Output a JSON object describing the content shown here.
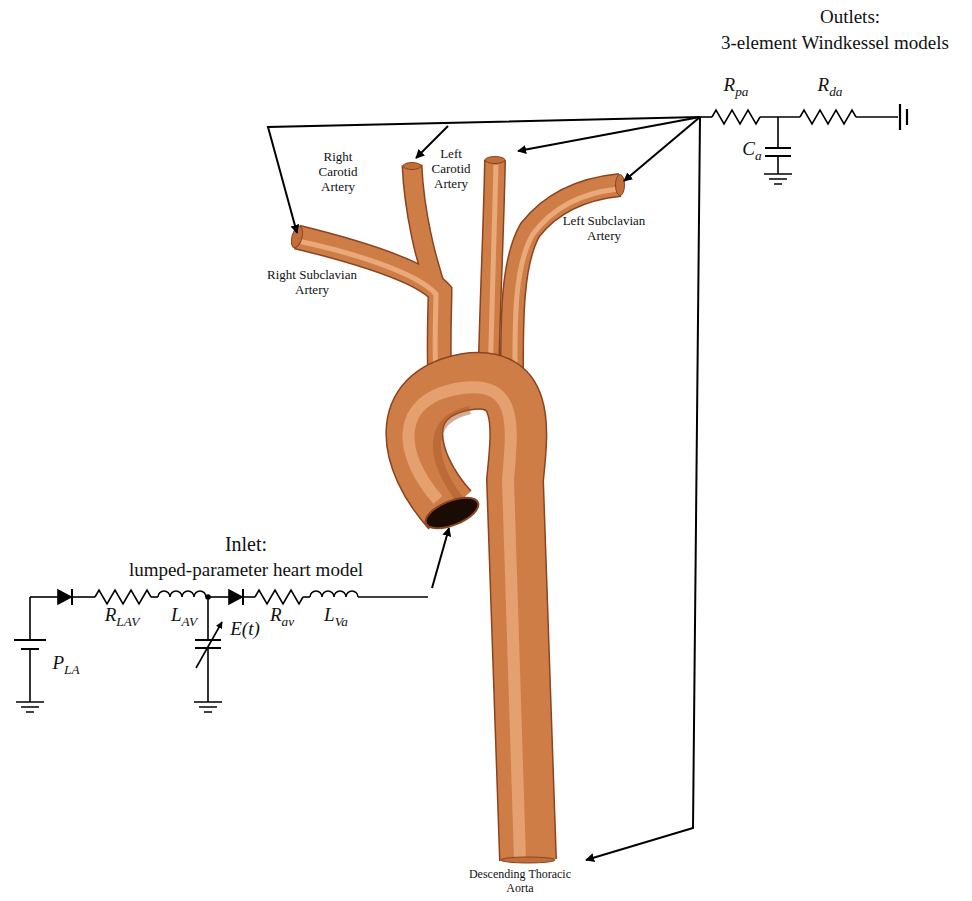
{
  "diagram": {
    "labels": [
      "Outlets:",
      "3-element Windkessel models",
      "Rpa",
      "Rda",
      "Ca",
      "Right Carotid Artery",
      "Left Carotid Artery",
      "Left Subclavian Artery",
      "Right Subclavian Artery",
      "Inlet:",
      "lumped-parameter heart model",
      "PLA",
      "RLAV",
      "LAV",
      "E(t)",
      "Rav",
      "LVa",
      "Descending Thoracic Aorta"
    ]
  }
}
